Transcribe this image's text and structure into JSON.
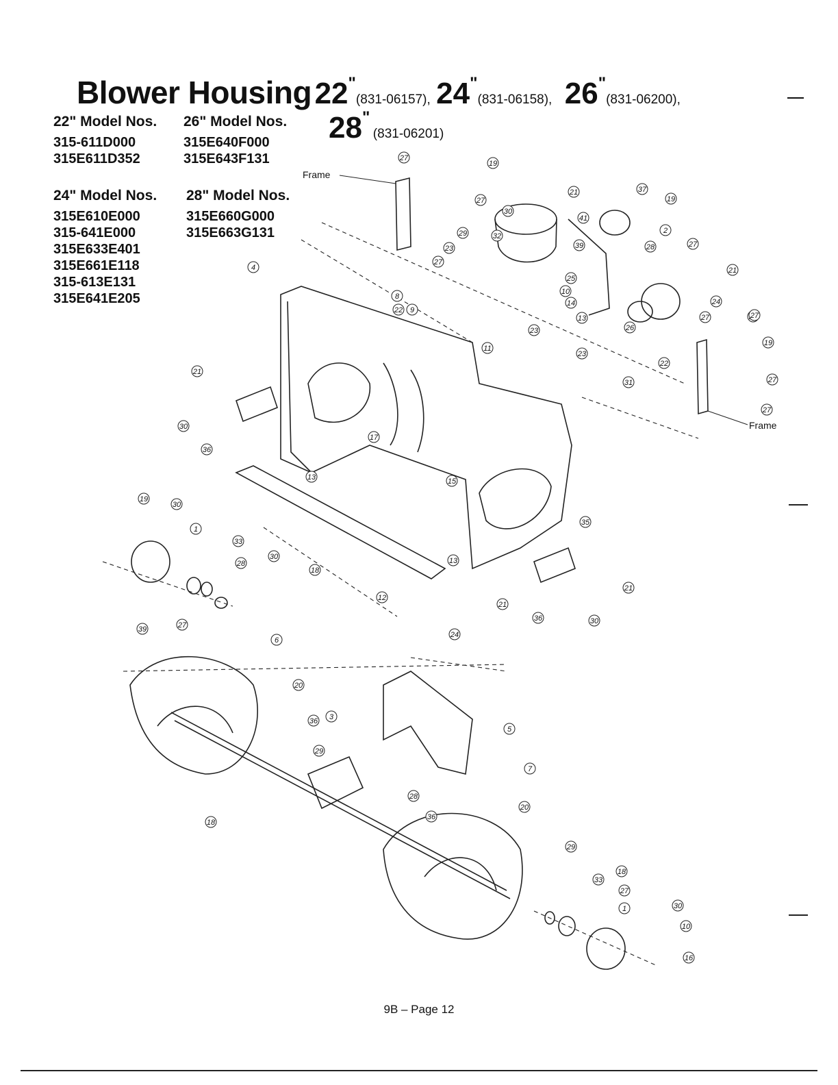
{
  "title": {
    "main": "Blower Housing",
    "sizes": [
      {
        "size": "22",
        "part": "(831-06157),"
      },
      {
        "size": "24",
        "part": "(831-06158),"
      },
      {
        "size": "26",
        "part": "(831-06200),"
      }
    ],
    "size28": {
      "size": "28",
      "part": "(831-06201)"
    }
  },
  "model_lists": {
    "m22": {
      "heading": "22\" Model Nos.",
      "items": [
        "315-611D000",
        "315E611D352"
      ]
    },
    "m26": {
      "heading": "26\" Model Nos.",
      "items": [
        "315E640F000",
        "315E643F131"
      ]
    },
    "m24": {
      "heading": "24\" Model Nos.",
      "items": [
        "315E610E000",
        "315-641E000",
        "315E633E401",
        "315E661E118",
        "315-613E131",
        "315E641E205"
      ]
    },
    "m28": {
      "heading": "28\" Model Nos.",
      "items": [
        "315E660G000",
        "315E663G131"
      ]
    }
  },
  "diagram": {
    "frame_labels": [
      "Frame",
      "Frame"
    ],
    "callouts": [
      "27",
      "19",
      "27",
      "27",
      "37",
      "19",
      "21",
      "30",
      "41",
      "29",
      "32",
      "28",
      "2",
      "27",
      "21",
      "23",
      "39",
      "25",
      "14",
      "10",
      "24",
      "27",
      "27",
      "4",
      "8",
      "9",
      "22",
      "23",
      "11",
      "26",
      "23",
      "13",
      "22",
      "31",
      "27",
      "19",
      "27",
      "27",
      "21",
      "30",
      "36",
      "17",
      "13",
      "15",
      "35",
      "19",
      "30",
      "1",
      "33",
      "28",
      "30",
      "39",
      "27",
      "18",
      "12",
      "13",
      "21",
      "36",
      "30",
      "21",
      "6",
      "24",
      "20",
      "36",
      "3",
      "29",
      "5",
      "18",
      "7",
      "28",
      "20",
      "36",
      "29",
      "33",
      "18",
      "27",
      "1",
      "30",
      "10",
      "16"
    ]
  },
  "footer": {
    "page": "9B – Page 12"
  }
}
